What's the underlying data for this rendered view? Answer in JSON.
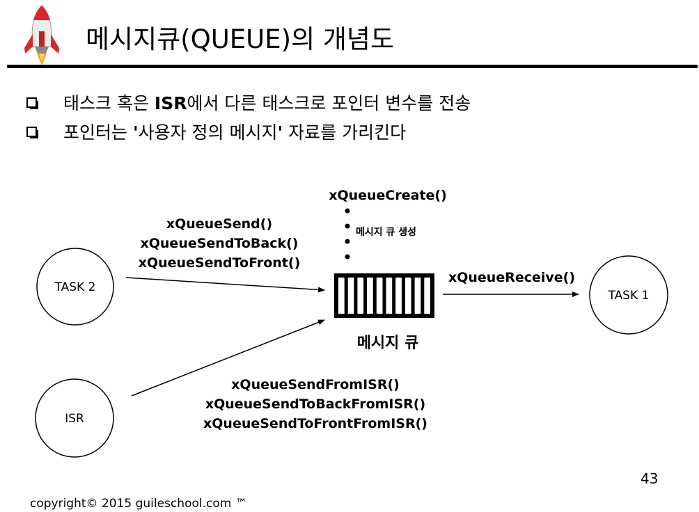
{
  "slide": {
    "title": "메시지큐(QUEUE)의 개념도",
    "page_number": "43",
    "copyright": "copyright© 2015 guileschool.com ™"
  },
  "bullets": [
    {
      "before": "태스크 혹은 ",
      "bold": "ISR",
      "after": "에서 다른 태스크로 포인터 변수를 전송"
    },
    {
      "before": "포인터는 ",
      "bold": "'",
      "middle": "사용자 정의 메시지",
      "bold2": "'",
      "after": " 자료를 가리킨다"
    }
  ],
  "diagram": {
    "create_fn": "xQueueCreate()",
    "create_note": "메시지 큐 생성",
    "send_fns": [
      "xQueueSend()",
      "xQueueSendToBack()",
      "xQueueSendToFront()"
    ],
    "isr_fns": [
      "xQueueSendFromISR()",
      "xQueueSendToBackFromISR()",
      "xQueueSendToFrontFromISR()"
    ],
    "receive_fn": "xQueueReceive()",
    "queue_label": "메시지 큐",
    "nodes": {
      "task2": "TASK 2",
      "isr": "ISR",
      "task1": "TASK 1"
    },
    "queue_slots": 10
  },
  "icons": {
    "logo": "rocket-icon",
    "bullet": "checkbox-bullet-icon"
  },
  "colors": {
    "rocket_body": "#e8e8e8",
    "rocket_red": "#d8262b",
    "rocket_flame": "#f6a623"
  }
}
